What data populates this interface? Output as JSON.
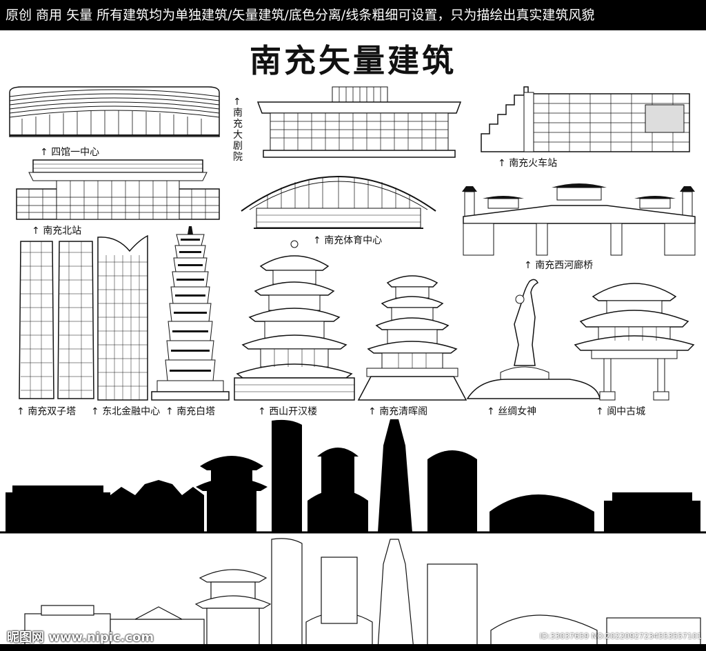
{
  "header": {
    "banner": "原创 商用 矢量 所有建筑均为单独建筑/矢量建筑/底色分离/线条粗细可设置，只为描绘出真实建筑风貌"
  },
  "title": "南充矢量建筑",
  "labels": {
    "siguan": "四馆一中心",
    "dajuyuan": "南充大剧院",
    "huochezhan": "南充火车站",
    "beizhan": "南充北站",
    "tiyu": "南充体育中心",
    "xihe": "南充西河廊桥",
    "shuangzi": "南充双子塔",
    "jinrong": "东北金融中心",
    "baita": "南充白塔",
    "xishan": "西山开汉楼",
    "qinghui": "南充清晖阁",
    "sichou": "丝绸女神",
    "langzhong": "阆中古城"
  },
  "watermark": {
    "left": "昵图网 www.nipic.com",
    "right": "ID:33037659 NO:20220927234553557101"
  },
  "colors": {
    "ink": "#111111",
    "paper": "#ffffff",
    "silhouette": "#000000"
  }
}
